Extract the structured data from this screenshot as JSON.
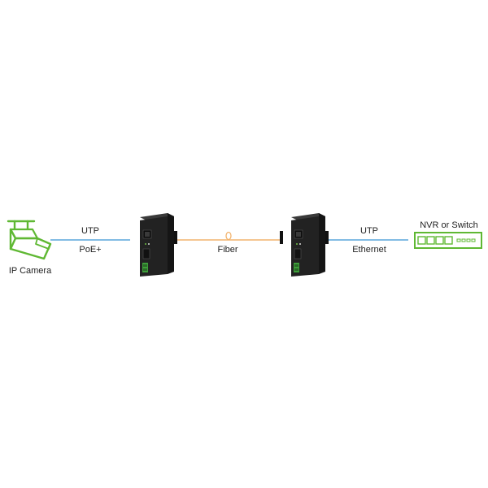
{
  "nodes": {
    "camera": {
      "label": "IP Camera",
      "icon": "ip-camera-icon"
    },
    "media_converter_left": {
      "icon": "media-converter-icon"
    },
    "media_converter_right": {
      "icon": "media-converter-icon"
    },
    "switch": {
      "label": "NVR or Switch",
      "icon": "network-switch-icon"
    }
  },
  "links": {
    "camera_to_converter": {
      "top": "UTP",
      "bottom": "PoE+"
    },
    "fiber": {
      "bottom": "Fiber"
    },
    "converter_to_switch": {
      "top": "UTP",
      "bottom": "Ethernet"
    }
  },
  "colors": {
    "camera_green": "#5fb833",
    "utp_blue": "#59a6dc",
    "fiber_orange": "#f2b36d",
    "device_body": "#1e1e1e"
  }
}
